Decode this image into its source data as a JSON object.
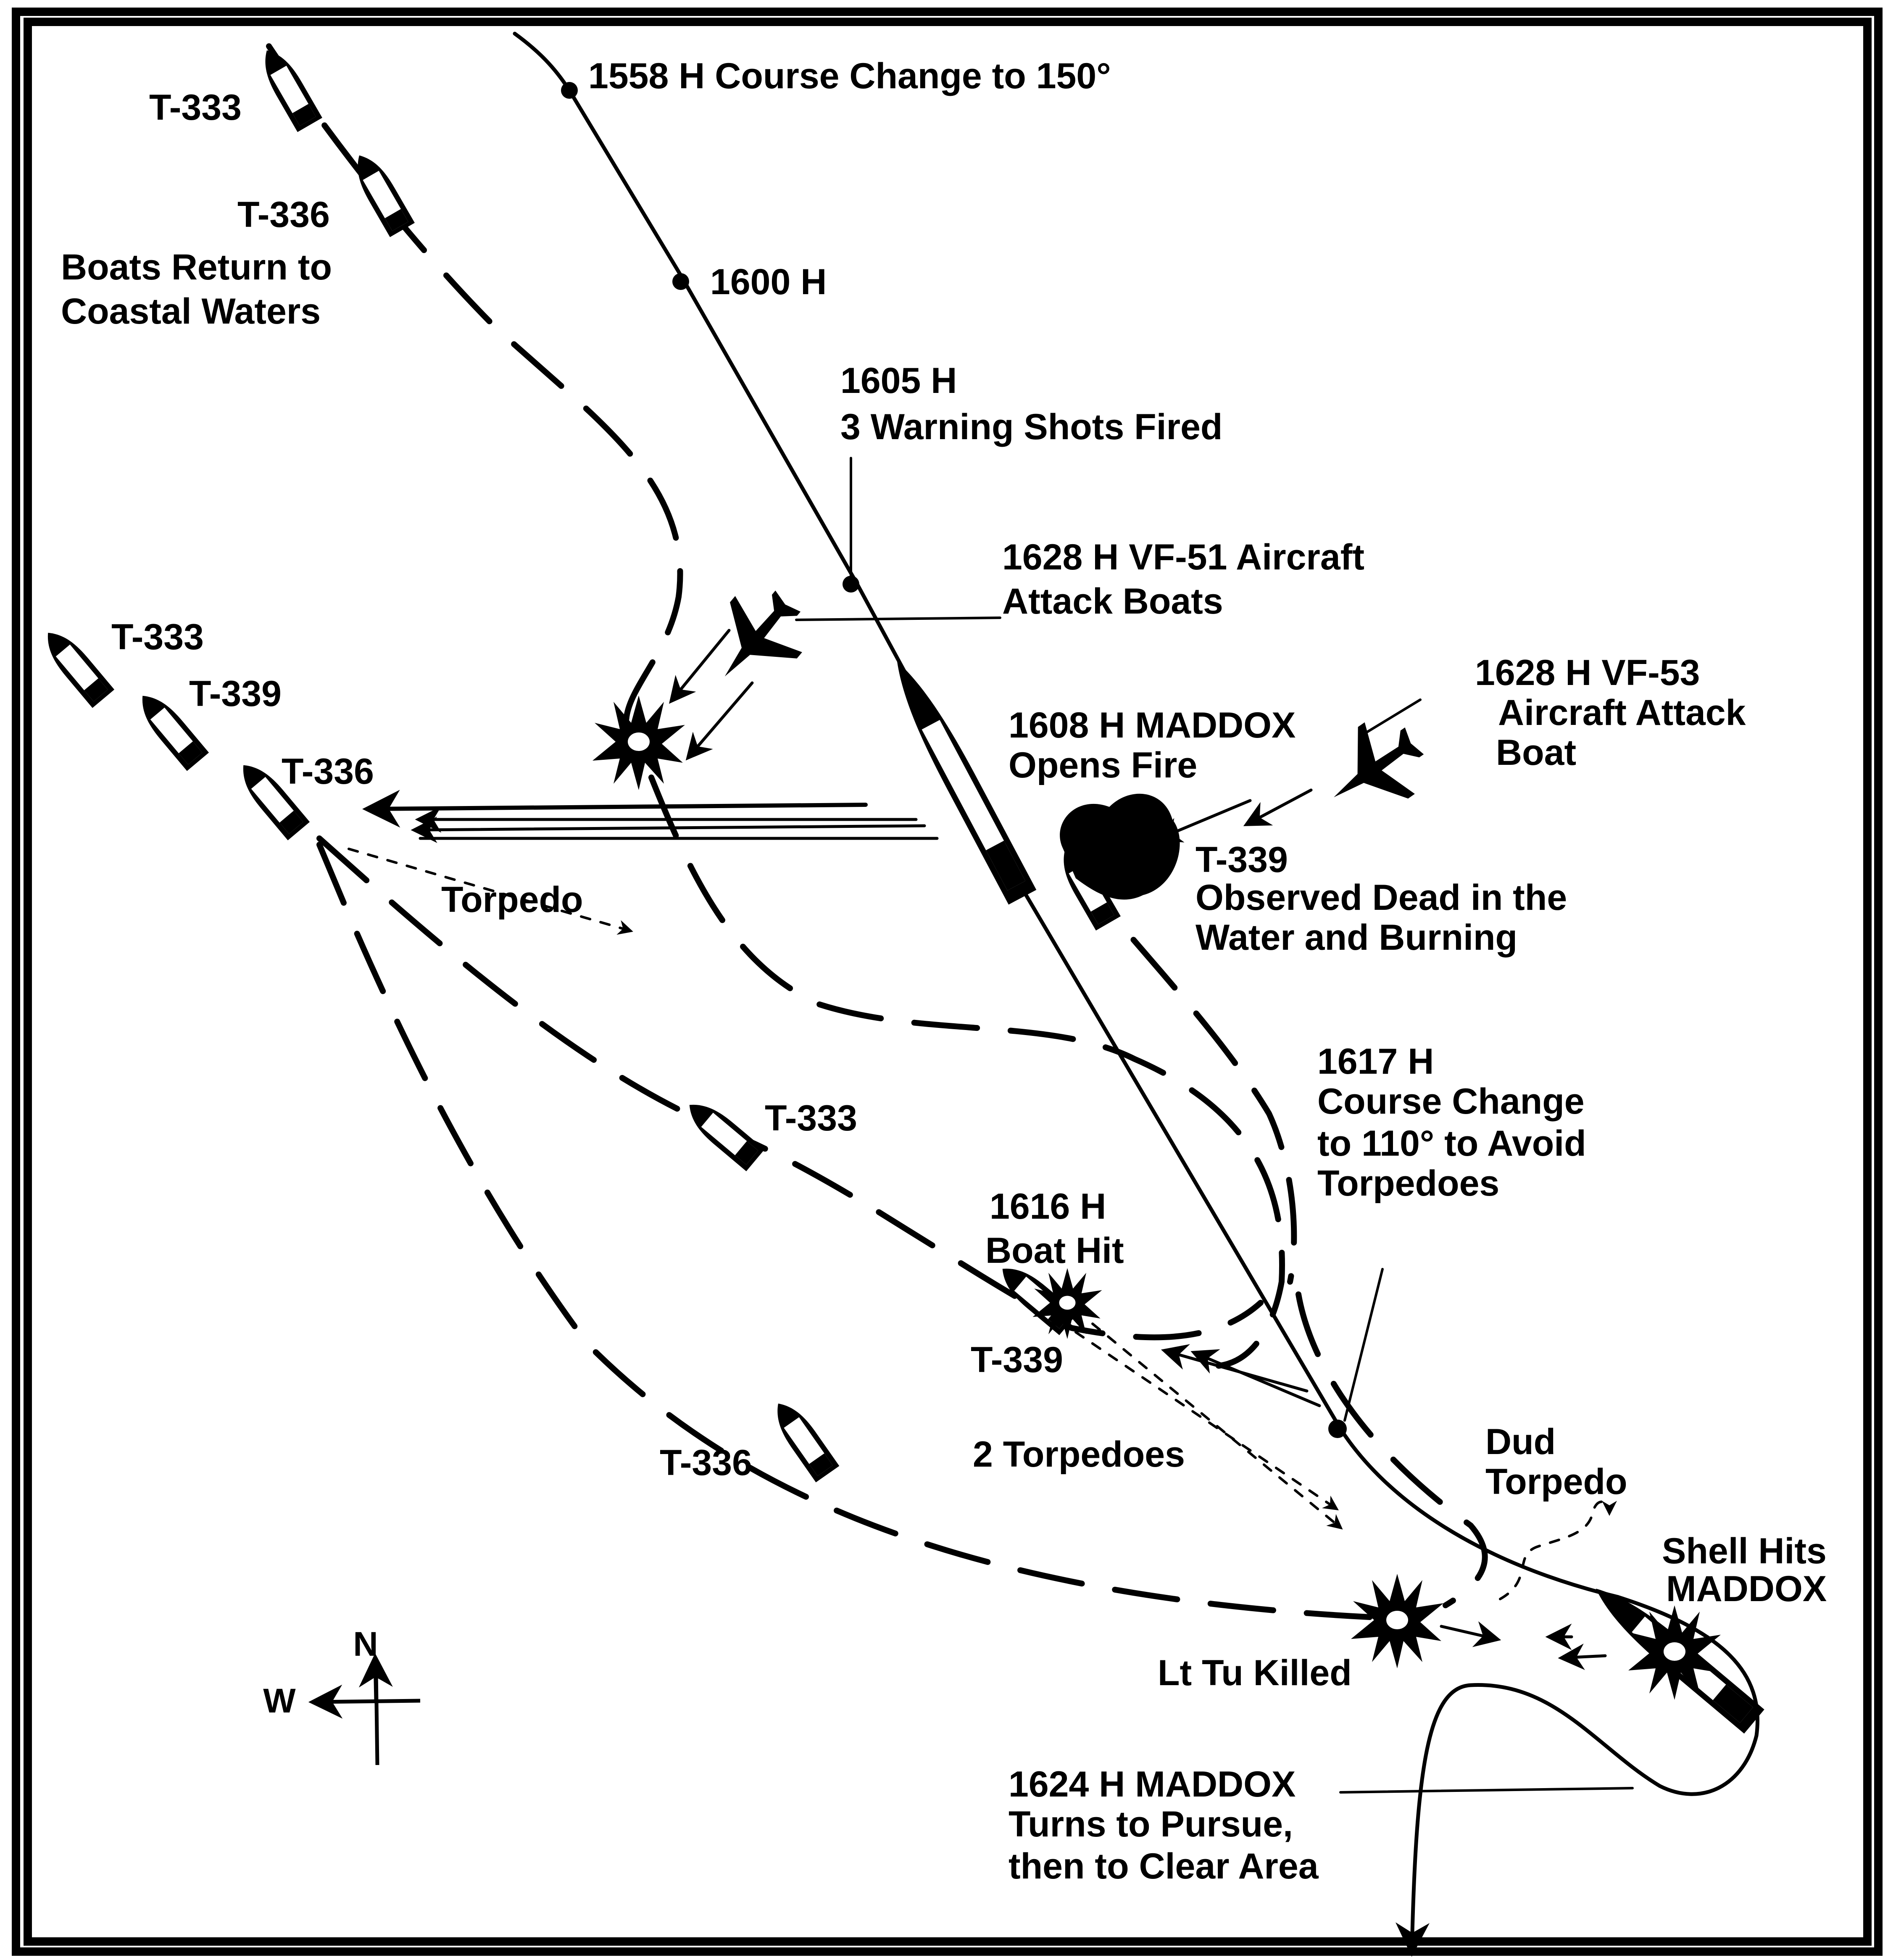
{
  "diagram": {
    "subject": "Engagement track of USS MADDOX and torpedo boats",
    "compass": {
      "north_label": "N",
      "west_label": "W"
    },
    "maddox_events": [
      {
        "id": "e1558",
        "time": "1558 H",
        "text": "1558 H Course Change to 150°"
      },
      {
        "id": "e1600",
        "time": "1600 H",
        "text": "1600 H"
      },
      {
        "id": "e1605",
        "line1": "1605 H",
        "line2": "3 Warning Shots Fired"
      },
      {
        "id": "e1608",
        "line1": "1608 H MADDOX",
        "line2": "Opens Fire"
      },
      {
        "id": "e1616",
        "line1": "1616 H",
        "line2": "Boat  Hit"
      },
      {
        "id": "e1617",
        "line1": "1617 H",
        "line2": "Course Change",
        "line3": "to 110° to Avoid",
        "line4": "Torpedoes"
      },
      {
        "id": "e1624",
        "line1": "1624 H MADDOX",
        "line2": "Turns to Pursue,",
        "line3": "then to Clear Area"
      }
    ],
    "aircraft_events": [
      {
        "id": "vf51",
        "line1": "1628 H  VF-51 Aircraft",
        "line2": "Attack Boats"
      },
      {
        "id": "vf53",
        "line1": "1628 H  VF-53",
        "line2": "Aircraft Attack",
        "line3": "Boat"
      }
    ],
    "boats": {
      "return_group": {
        "t333": "T-333",
        "t336": "T-336",
        "caption_line1": "Boats Return to",
        "caption_line2": "Coastal Waters"
      },
      "formation": {
        "t333": "T-333",
        "t339": "T-339",
        "t336": "T-336"
      },
      "mid": {
        "t333": "T-333",
        "t339": "T-339",
        "t336": "T-336"
      },
      "t339_dead": {
        "line1": "T-339",
        "line2": "Observed Dead in the",
        "line3": "Water and Burning"
      }
    },
    "annotations": {
      "torpedo": "Torpedo",
      "two_torpedoes": "2 Torpedoes",
      "dud_line1": "Dud",
      "dud_line2": "Torpedo",
      "shell_line1": "Shell Hits",
      "shell_line2": "MADDOX",
      "lt_tu": "Lt Tu Killed"
    },
    "colors": {
      "ink": "#000000",
      "paper": "#ffffff"
    }
  }
}
